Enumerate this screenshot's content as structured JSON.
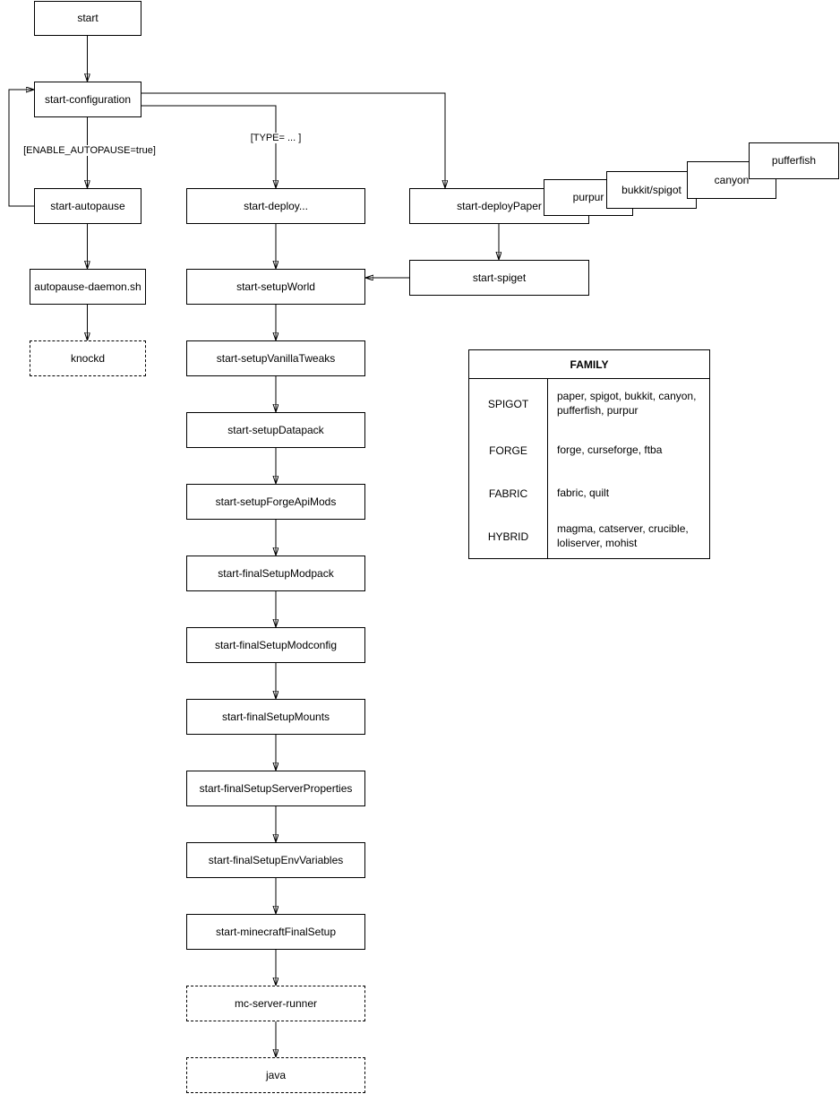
{
  "diagram": {
    "nodes": {
      "start": "start",
      "start_configuration": "start-configuration",
      "start_autopause": "start-autopause",
      "autopause_daemon": "autopause-daemon.sh",
      "knockd": "knockd",
      "start_deploy": "start-deploy...",
      "start_deploy_paper": "start-deployPaper",
      "start_spiget": "start-spiget",
      "purpur": "purpur",
      "bukkit_spigot": "bukkit/spigot",
      "canyon": "canyon",
      "pufferfish": "pufferfish",
      "start_setup_world": "start-setupWorld",
      "start_setup_vanilla_tweaks": "start-setupVanillaTweaks",
      "start_setup_datapack": "start-setupDatapack",
      "start_setup_forge_api_mods": "start-setupForgeApiMods",
      "start_final_setup_modpack": "start-finalSetupModpack",
      "start_final_setup_modconfig": "start-finalSetupModconfig",
      "start_final_setup_mounts": "start-finalSetupMounts",
      "start_final_setup_server_properties": "start-finalSetupServerProperties",
      "start_final_setup_env_variables": "start-finalSetupEnvVariables",
      "start_minecraft_final_setup": "start-minecraftFinalSetup",
      "mc_server_runner": "mc-server-runner",
      "java": "java"
    },
    "edge_labels": {
      "enable_autopause": "[ENABLE_AUTOPAUSE=true]",
      "type": "[TYPE= ... ]"
    },
    "family_table": {
      "title": "FAMILY",
      "rows": [
        {
          "family": "SPIGOT",
          "members": "paper, spigot, bukkit, canyon, pufferfish, purpur"
        },
        {
          "family": "FORGE",
          "members": "forge, curseforge, ftba"
        },
        {
          "family": "FABRIC",
          "members": "fabric, quilt"
        },
        {
          "family": "HYBRID",
          "members": "magma, catserver, crucible, loliserver, mohist"
        }
      ]
    }
  }
}
